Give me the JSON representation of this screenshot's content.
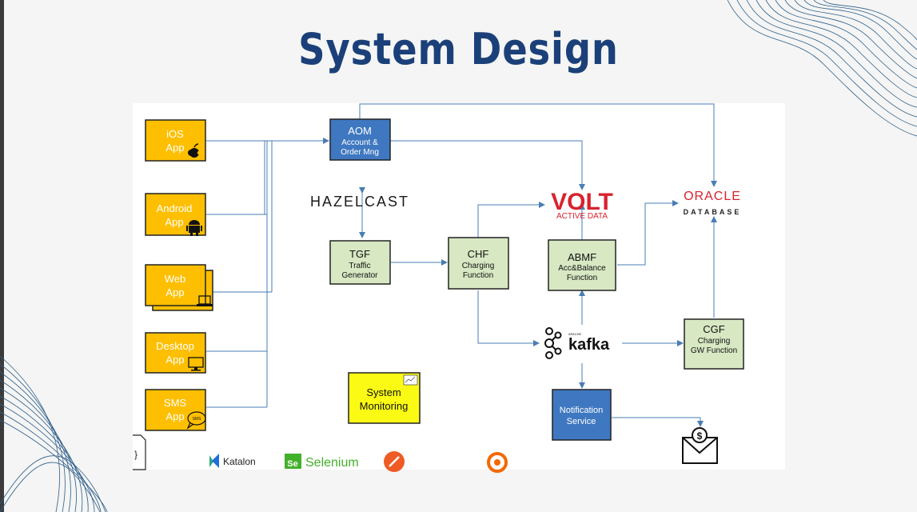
{
  "title": "System Design",
  "clients": [
    {
      "line1": "iOS",
      "line2": "App",
      "icon": "apple-icon"
    },
    {
      "line1": "Android",
      "line2": "App",
      "icon": "android-icon"
    },
    {
      "line1": "Web",
      "line2": "App",
      "icon": "laptop-icon"
    },
    {
      "line1": "Desktop",
      "line2": "App",
      "icon": "monitor-icon"
    },
    {
      "line1": "SMS",
      "line2": "App",
      "icon": "sms-bubble-icon"
    }
  ],
  "sms_badge": "SMS",
  "aom": {
    "title": "AOM",
    "sub1": "Account &",
    "sub2": "Order Mng"
  },
  "hazelcast": "HAZELCAST",
  "tgf": {
    "title": "TGF",
    "sub1": "Traffic",
    "sub2": "Generator"
  },
  "chf": {
    "title": "CHF",
    "sub1": "Charging",
    "sub2": "Function"
  },
  "volt": {
    "name": "VOLT",
    "sub": "ACTIVE DATA"
  },
  "oracle": {
    "name": "ORACLE",
    "sub": "DATABASE"
  },
  "abmf": {
    "title": "ABMF",
    "sub1": "Acc&Balance",
    "sub2": "Function"
  },
  "kafka": {
    "name": "kafka",
    "apache": "APACHE"
  },
  "cgf": {
    "title": "CGF",
    "sub1": "Charging",
    "sub2": "GW Function"
  },
  "notification": {
    "line1": "Notification",
    "line2": "Service"
  },
  "monitoring": {
    "line1": "System",
    "line2": "Monitoring"
  },
  "tools": {
    "katalon": "Katalon",
    "selenium": "Selenium",
    "selenium_badge": "Se"
  },
  "colors": {
    "client_fill": "#fdbf00",
    "blue_node": "#3f78c1",
    "green_node": "#d7e8c3",
    "monitor_fill": "#fbfa14",
    "title": "#1b4079",
    "arrow": "#4a7db5"
  }
}
